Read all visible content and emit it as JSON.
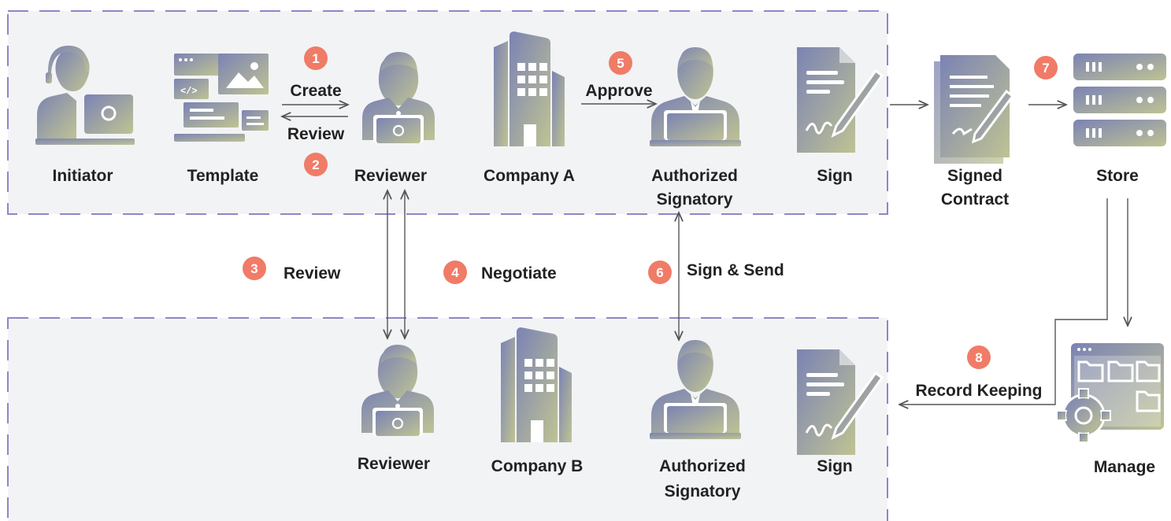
{
  "colors": {
    "accent": "#f07b67",
    "gradient_start": "#7b83b4",
    "gradient_end": "#bfc393",
    "region_fill": "#f2f3f5",
    "region_border": "#8e86c8"
  },
  "nodes": {
    "initiator": {
      "label": "Initiator",
      "icon": "person-laptop-icon"
    },
    "template": {
      "label": "Template",
      "icon": "template-icon"
    },
    "reviewer_a": {
      "label": "Reviewer",
      "icon": "reviewer-icon"
    },
    "company_a": {
      "label": "Company A",
      "icon": "building-icon"
    },
    "signatory_a": {
      "label_line1": "Authorized",
      "label_line2": "Signatory",
      "icon": "signatory-icon"
    },
    "sign_a": {
      "label": "Sign",
      "icon": "sign-document-icon"
    },
    "signed_contract": {
      "label_line1": "Signed",
      "label_line2": "Contract",
      "icon": "signed-contract-icon"
    },
    "store": {
      "label": "Store",
      "icon": "server-icon"
    },
    "manage": {
      "label": "Manage",
      "icon": "manage-folders-icon"
    },
    "reviewer_b": {
      "label": "Reviewer",
      "icon": "reviewer-icon"
    },
    "company_b": {
      "label": "Company B",
      "icon": "building-icon"
    },
    "signatory_b": {
      "label_line1": "Authorized",
      "label_line2": "Signatory",
      "icon": "signatory-icon"
    },
    "sign_b": {
      "label": "Sign",
      "icon": "sign-document-icon"
    }
  },
  "steps": [
    {
      "number": "1",
      "label": "Create"
    },
    {
      "number": "2",
      "label": "Review"
    },
    {
      "number": "3",
      "label": "Review"
    },
    {
      "number": "4",
      "label": "Negotiate"
    },
    {
      "number": "5",
      "label": "Approve"
    },
    {
      "number": "6",
      "label": "Sign & Send"
    },
    {
      "number": "7",
      "label": ""
    },
    {
      "number": "8",
      "label": "Record Keeping"
    }
  ]
}
